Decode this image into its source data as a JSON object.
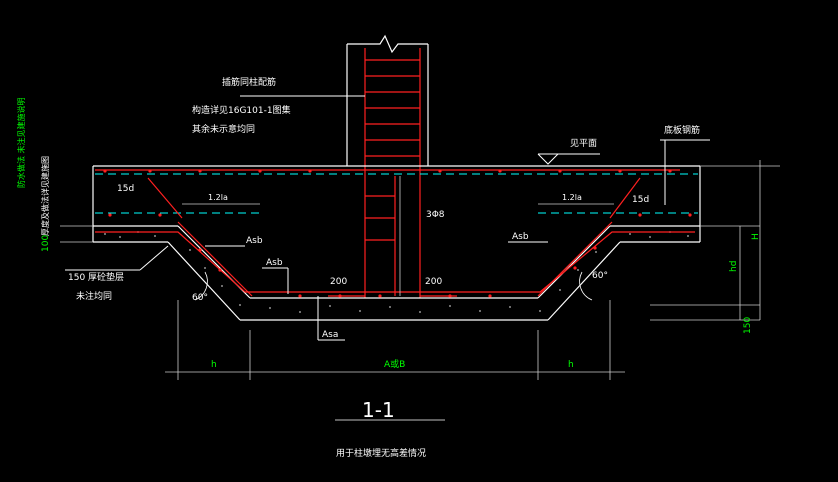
{
  "labels": {
    "column_rebar": "插筋同柱配筋",
    "detail_ref": "构造详见16G101-1图集",
    "rest_note": "其余未示意均同",
    "top_surface": "见平面",
    "bottom_rebar": "底板钢筋",
    "bend_left": "15d",
    "bend_right": "15d",
    "anchor_left": "1.2la",
    "anchor_right": "1.2la",
    "stirrup": "3Φ8",
    "asb_left": "Asb",
    "asb_mid": "Asb",
    "asb_right": "Asb",
    "dim_200_left": "200",
    "dim_200_right": "200",
    "asa": "Asa",
    "cushion": "150 厚砼垫层",
    "not_shown": "未注均同",
    "angle_left": "60°",
    "angle_right": "60°",
    "dim_h_left": "h",
    "dim_h_right": "h",
    "dim_ab": "A或B",
    "dim_H": "H",
    "dim_hd": "hd",
    "dim_150": "150",
    "dim_100": "100",
    "side_note_1": "防水做法 未注见建施说明",
    "side_note_2": "厚度及做法详见建施图",
    "section_title": "1-1",
    "section_caption": "用于柱墩埋无高差情况"
  },
  "colors": {
    "background": "#000000",
    "outline": "#ffffff",
    "rebar": "#ff2020",
    "dimension": "#00ff00",
    "hidden_line": "#00ffff"
  }
}
